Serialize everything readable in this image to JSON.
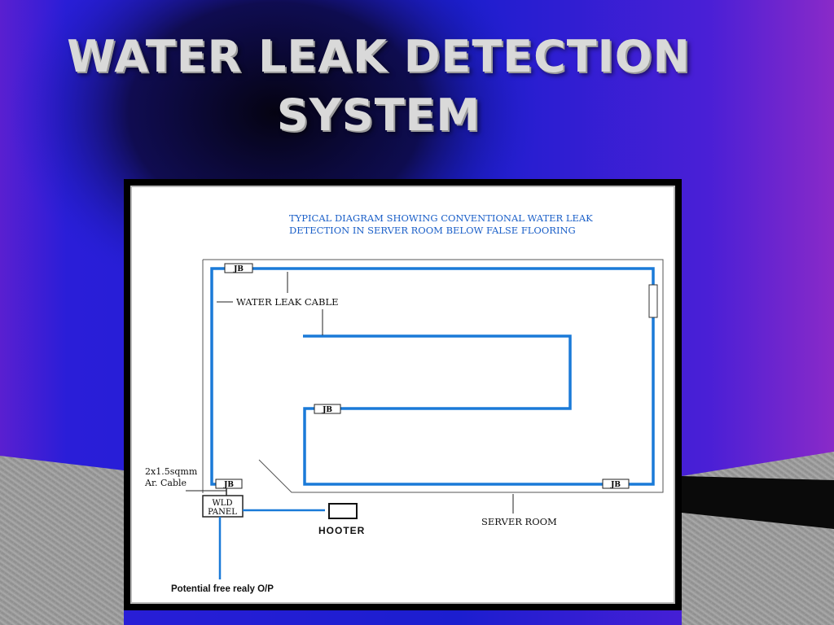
{
  "slide": {
    "title_line1": "WATER LEAK DETECTION",
    "title_line2": "SYSTEM"
  },
  "colors": {
    "cable": "#1a7ad8",
    "bg_blue": "#1c1ecf",
    "bg_purple": "#7a1fd1",
    "bg_dark": "#060418",
    "floor_gray": "#9a9a9a",
    "title_text": "#d9d9d9"
  },
  "diagram": {
    "heading_line1": "TYPICAL DIAGRAM SHOWING CONVENTIONAL WATER LEAK",
    "heading_line2": "DETECTION IN SERVER ROOM BELOW FALSE FLOORING",
    "jb_label": "JB",
    "water_leak_cable_label": "WATER LEAK CABLE",
    "cable_spec_line1": "2x1.5sqmm",
    "cable_spec_line2": "Ar. Cable",
    "panel_line1": "WLD",
    "panel_line2": "PANEL",
    "hooter_label": "HOOTER",
    "server_room_label": "SERVER ROOM",
    "output_label": "Potential free realy O/P"
  }
}
